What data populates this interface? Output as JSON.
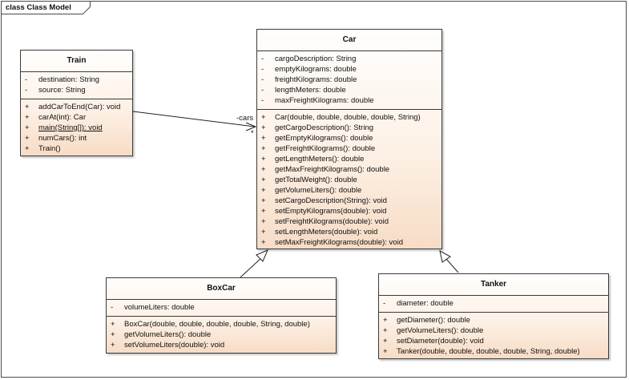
{
  "frame": {
    "label": "class Class Model"
  },
  "classes": {
    "train": {
      "name": "Train",
      "attributes": [
        {
          "vis": "-",
          "text": "destination: String"
        },
        {
          "vis": "-",
          "text": "source: String"
        }
      ],
      "operations": [
        {
          "vis": "+",
          "text": "addCarToEnd(Car): void"
        },
        {
          "vis": "+",
          "text": "carAt(int): Car"
        },
        {
          "vis": "+",
          "text": "main(String[]): void"
        },
        {
          "vis": "+",
          "text": "numCars(): int"
        },
        {
          "vis": "+",
          "text": "Train()"
        }
      ]
    },
    "car": {
      "name": "Car",
      "attributes": [
        {
          "vis": "-",
          "text": "cargoDescription: String"
        },
        {
          "vis": "-",
          "text": "emptyKilograms: double"
        },
        {
          "vis": "-",
          "text": "freightKilograms: double"
        },
        {
          "vis": "-",
          "text": "lengthMeters: double"
        },
        {
          "vis": "-",
          "text": "maxFreightKilograms: double"
        }
      ],
      "operations": [
        {
          "vis": "+",
          "text": "Car(double, double, double, double, String)"
        },
        {
          "vis": "+",
          "text": "getCargoDescription(): String"
        },
        {
          "vis": "+",
          "text": "getEmptyKilograms(): double"
        },
        {
          "vis": "+",
          "text": "getFreightKilograms(): double"
        },
        {
          "vis": "+",
          "text": "getLengthMeters(): double"
        },
        {
          "vis": "+",
          "text": "getMaxFreightKilograms(): double"
        },
        {
          "vis": "+",
          "text": "getTotalWeight(): double"
        },
        {
          "vis": "+",
          "text": "getVolumeLiters(): double"
        },
        {
          "vis": "+",
          "text": "setCargoDescription(String): void"
        },
        {
          "vis": "+",
          "text": "setEmptyKilograms(double): void"
        },
        {
          "vis": "+",
          "text": "setFreightKilograms(double): void"
        },
        {
          "vis": "+",
          "text": "setLengthMeters(double): void"
        },
        {
          "vis": "+",
          "text": "setMaxFreightKilograms(double): void"
        }
      ]
    },
    "boxcar": {
      "name": "BoxCar",
      "attributes": [
        {
          "vis": "-",
          "text": "volumeLiters: double"
        }
      ],
      "operations": [
        {
          "vis": "+",
          "text": "BoxCar(double, double, double, double, String, double)"
        },
        {
          "vis": "+",
          "text": "getVolumeLiters(): double"
        },
        {
          "vis": "+",
          "text": "setVolumeLiters(double): void"
        }
      ]
    },
    "tanker": {
      "name": "Tanker",
      "attributes": [
        {
          "vis": "-",
          "text": "diameter: double"
        }
      ],
      "operations": [
        {
          "vis": "+",
          "text": "getDiameter(): double"
        },
        {
          "vis": "+",
          "text": "getVolumeLiters(): double"
        },
        {
          "vis": "+",
          "text": "setDiameter(double): void"
        },
        {
          "vis": "+",
          "text": "Tanker(double, double, double, double, String, double)"
        }
      ]
    }
  },
  "association": {
    "role": "-cars",
    "multiplicity": "*"
  }
}
